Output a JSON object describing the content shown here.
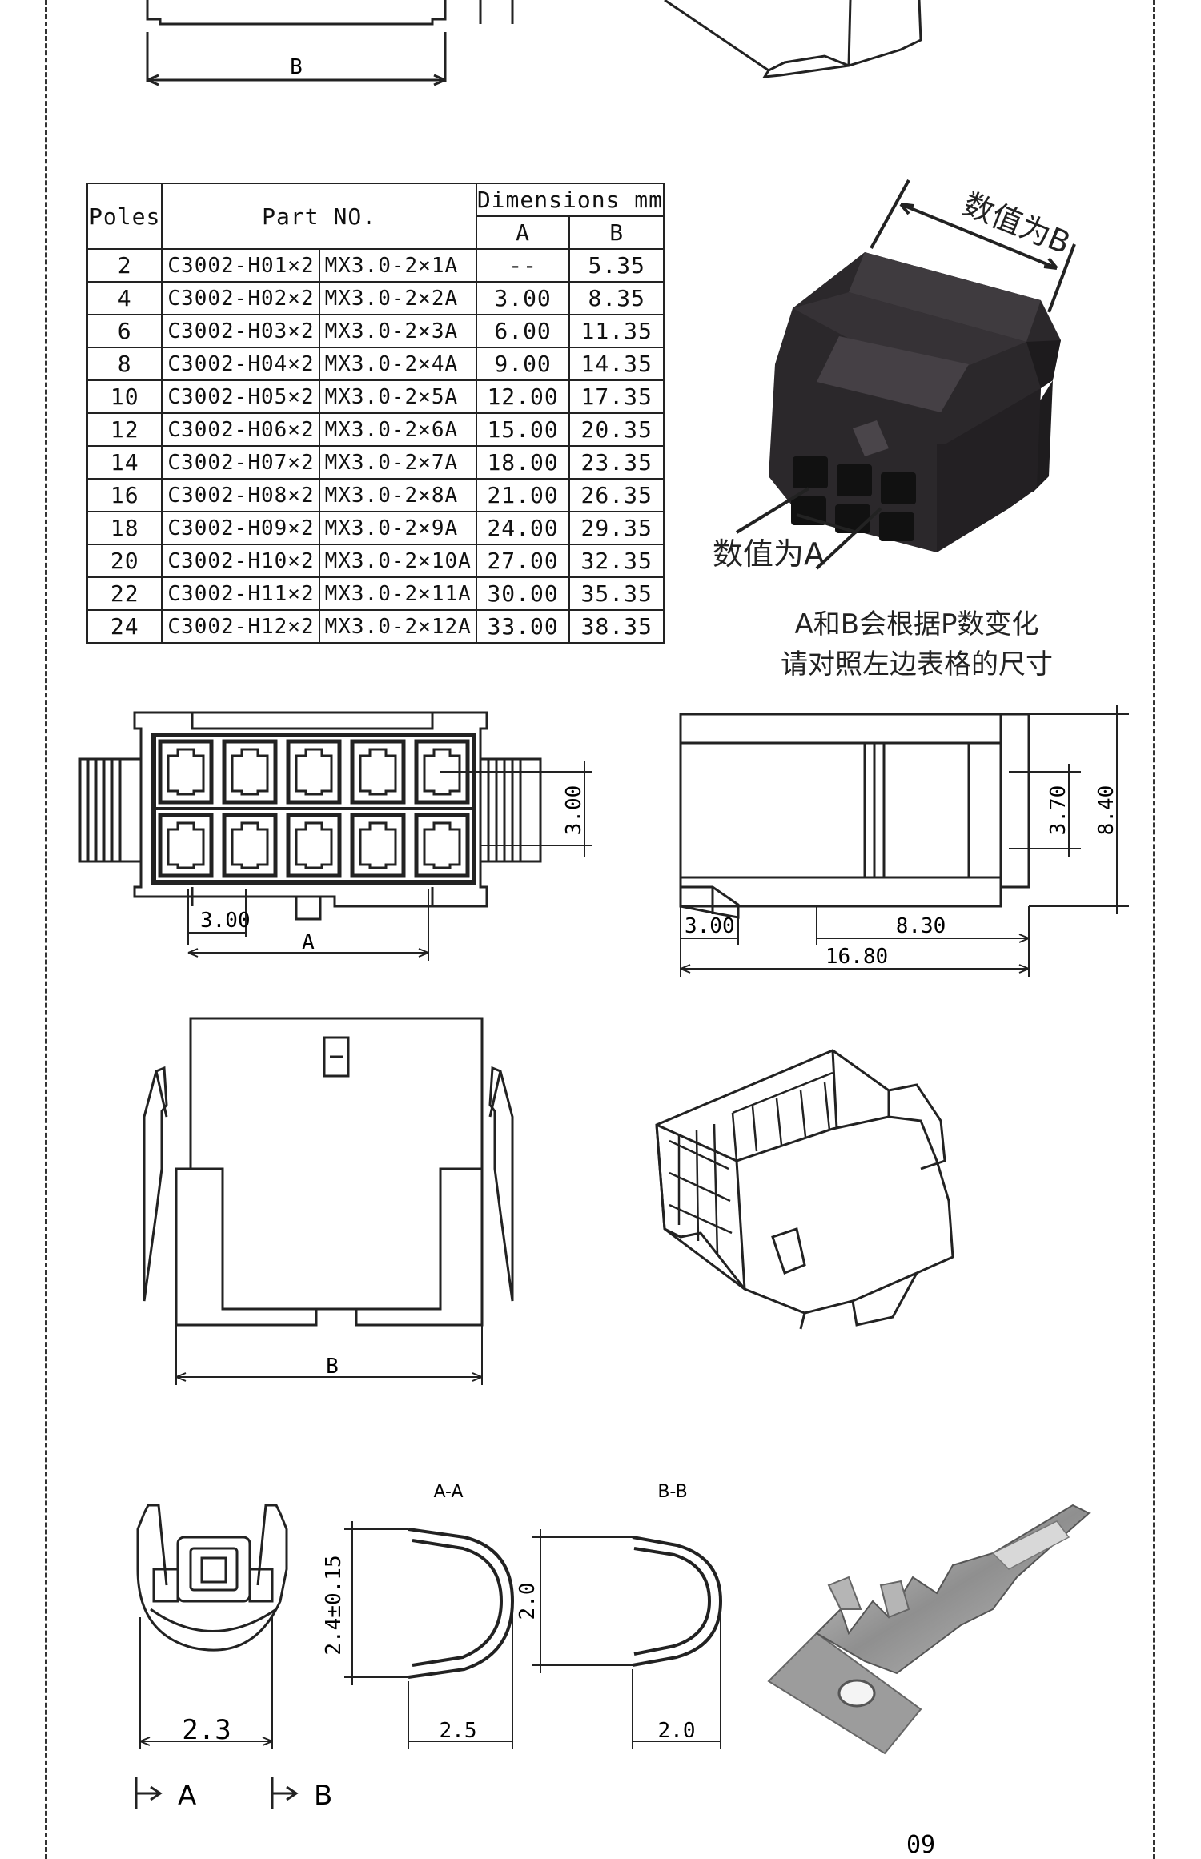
{
  "table": {
    "header_poles": "Poles",
    "header_part": "Part NO.",
    "header_dims": "Dimensions mm",
    "header_a": "A",
    "header_b": "B",
    "rows": [
      {
        "poles": "2",
        "part1": "C3002-H01×2",
        "part2": "MX3.0-2×1A",
        "a": "--",
        "b": "5.35"
      },
      {
        "poles": "4",
        "part1": "C3002-H02×2",
        "part2": "MX3.0-2×2A",
        "a": "3.00",
        "b": "8.35"
      },
      {
        "poles": "6",
        "part1": "C3002-H03×2",
        "part2": "MX3.0-2×3A",
        "a": "6.00",
        "b": "11.35"
      },
      {
        "poles": "8",
        "part1": "C3002-H04×2",
        "part2": "MX3.0-2×4A",
        "a": "9.00",
        "b": "14.35"
      },
      {
        "poles": "10",
        "part1": "C3002-H05×2",
        "part2": "MX3.0-2×5A",
        "a": "12.00",
        "b": "17.35"
      },
      {
        "poles": "12",
        "part1": "C3002-H06×2",
        "part2": "MX3.0-2×6A",
        "a": "15.00",
        "b": "20.35"
      },
      {
        "poles": "14",
        "part1": "C3002-H07×2",
        "part2": "MX3.0-2×7A",
        "a": "18.00",
        "b": "23.35"
      },
      {
        "poles": "16",
        "part1": "C3002-H08×2",
        "part2": "MX3.0-2×8A",
        "a": "21.00",
        "b": "26.35"
      },
      {
        "poles": "18",
        "part1": "C3002-H09×2",
        "part2": "MX3.0-2×9A",
        "a": "24.00",
        "b": "29.35"
      },
      {
        "poles": "20",
        "part1": "C3002-H10×2",
        "part2": "MX3.0-2×10A",
        "a": "27.00",
        "b": "32.35"
      },
      {
        "poles": "22",
        "part1": "C3002-H11×2",
        "part2": "MX3.0-2×11A",
        "a": "30.00",
        "b": "35.35"
      },
      {
        "poles": "24",
        "part1": "C3002-H12×2",
        "part2": "MX3.0-2×12A",
        "a": "33.00",
        "b": "38.35"
      }
    ]
  },
  "photo": {
    "label_b": "数值为B",
    "label_a": "数值为A",
    "note_line1": "A和B会根据P数变化",
    "note_line2": "请对照左边表格的尺寸"
  },
  "dims": {
    "top_b": "B",
    "front_pitch": "3.00",
    "front_row_pitch": "3.00",
    "front_a": "A",
    "side_h1": "3.70",
    "side_h2": "8.40",
    "side_left": "3.00",
    "side_mid": "8.30",
    "side_total": "16.80",
    "bottom_b": "B",
    "sec_aa": "A-A",
    "sec_bb": "B-B",
    "sec_w": "2.3",
    "aa_h": "2.4±0.15",
    "aa_w": "2.5",
    "bb_h": "2.0",
    "bb_w": "2.0",
    "cut_a": "A",
    "cut_b": "B",
    "page_no": "09"
  },
  "colors": {
    "line": "#222222",
    "housing": "#2b282b",
    "terminal": "#a7a7a7"
  }
}
